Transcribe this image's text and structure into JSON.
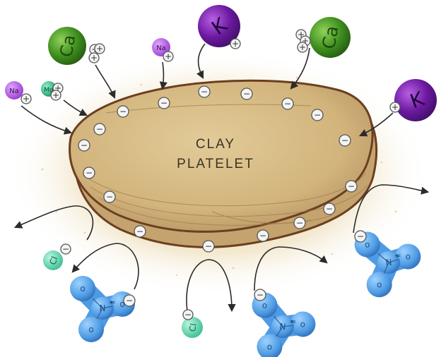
{
  "label": {
    "line1": "CLAY",
    "line2": "PLATELET"
  },
  "symbols": {
    "minus": "−",
    "plus": "+",
    "nitrate_center": "N",
    "nitrate_charge": "+",
    "nitrate_o": "o",
    "nitrate_double": "="
  },
  "ions": {
    "calcium": "Ca",
    "potassium": "K",
    "sodium": "Na",
    "magnesium": "Mg",
    "chloride": "Cl"
  },
  "colors": {
    "calcium": "#3f8f1f",
    "potassium": "#6b19a0",
    "sodium": "#a24ed6",
    "magnesium": "#28a877",
    "chloride": "#5fd3ae",
    "nitrate": "#4e9ae3",
    "clay": "#d7bf8a",
    "clay_edge": "#6b3f20",
    "soil": "#e9d7ad",
    "arrow": "#2b2b2b"
  },
  "icons": {
    "cation": "cation-sphere-icon",
    "anion": "anion-sphere-icon",
    "nitrate": "nitrate-molecule-icon",
    "charge": "charge-circle-icon"
  }
}
